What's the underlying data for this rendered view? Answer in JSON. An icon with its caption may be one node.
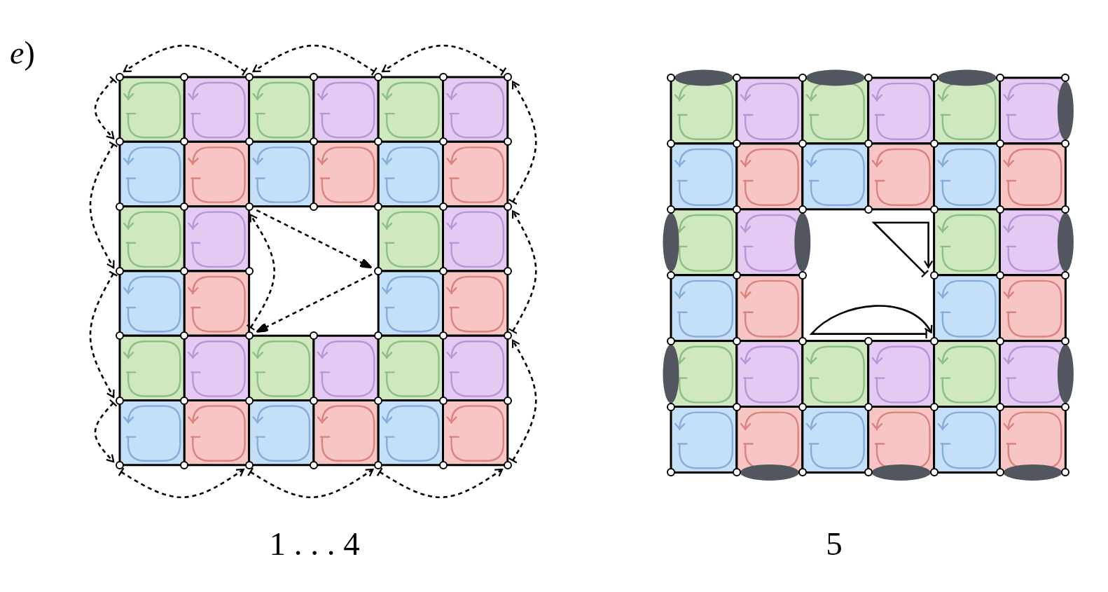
{
  "diagram": {
    "nodes": [
      {
        "text": [],
        "shape": "circle"
      },
      {
        "text": [],
        "shape": "circle"
      },
      {
        "text": [],
        "shape": "circle"
      },
      {
        "text": [],
        "shape": "circle"
      },
      {
        "text": [],
        "shape": "circle"
      },
      {
        "text": [],
        "shape": "circle"
      },
      {
        "text": [],
        "shape": "circle"
      },
      {
        "text": [],
        "shape": "circle"
      },
      {
        "text": [],
        "shape": "circle"
      },
      {
        "text": [],
        "shape": "circle"
      },
      {
        "text": [],
        "shape": "circle"
      },
      {
        "text": [],
        "shape": "circle"
      },
      {
        "text": [],
        "shape": "circle"
      },
      {
        "text": [],
        "shape": "circle"
      },
      {
        "text": [],
        "shape": "circle"
      },
      {
        "text": [],
        "shape": "circle"
      },
      {
        "text": [],
        "shape": "circle"
      },
      {
        "text": [],
        "shape": "circle"
      },
      {
        "text": [],
        "shape": "circle"
      },
      {
        "text": [],
        "shape": "circle"
      },
      {
        "text": [],
        "shape": "circle"
      },
      {
        "text": [],
        "shape": "circle"
      },
      {
        "text": [],
        "shape": "circle"
      },
      {
        "text": [],
        "shape": "circle"
      },
      {
        "text": [],
        "shape": "circle"
      },
      {
        "text": [],
        "shape": "circle"
      },
      {
        "text": [],
        "shape": "circle"
      },
      {
        "text": [],
        "shape": "circle"
      },
      {
        "text": [],
        "shape": "circle"
      },
      {
        "text": [],
        "shape": "circle"
      },
      {
        "text": [],
        "shape": "circle"
      },
      {
        "text": [],
        "shape": "circle"
      },
      {
        "text": [],
        "shape": "circle"
      },
      {
        "text": [],
        "shape": "circle"
      },
      {
        "text": [],
        "shape": "circle"
      },
      {
        "text": [],
        "shape": "circle"
      },
      {
        "text": [],
        "shape": "circle"
      },
      {
        "text": [],
        "shape": "circle"
      },
      {
        "text": [],
        "shape": "circle"
      },
      {
        "text": [],
        "shape": "circle"
      },
      {
        "text": [],
        "shape": "circle"
      },
      {
        "text": [],
        "shape": "circle"
      },
      {
        "text": [],
        "shape": "circle"
      },
      {
        "text": [],
        "shape": "circle"
      },
      {
        "text": [],
        "shape": "circle"
      },
      {
        "text": [],
        "shape": "circle"
      },
      {
        "text": [],
        "shape": "circle"
      },
      {
        "text": [],
        "shape": "circle"
      },
      {
        "text": [],
        "shape": "circle"
      },
      {
        "text": [],
        "shape": "circle"
      },
      {
        "text": [],
        "shape": "circle"
      },
      {
        "text": [],
        "shape": "circle"
      },
      {
        "text": [],
        "shape": "circle"
      },
      {
        "text": [],
        "shape": "circle"
      },
      {
        "text": [],
        "shape": "circle"
      },
      {
        "text": [],
        "shape": "circle"
      },
      {
        "text": [],
        "shape": "circle"
      },
      {
        "text": [],
        "shape": "circle"
      },
      {
        "text": [],
        "shape": "circle"
      },
      {
        "text": [],
        "shape": "circle"
      },
      {
        "text": [],
        "shape": "circle"
      },
      {
        "text": [],
        "shape": "circle"
      },
      {
        "text": [],
        "shape": "circle"
      },
      {
        "text": [],
        "shape": "circle"
      },
      {
        "text": [],
        "shape": "circle"
      },
      {
        "text": [],
        "shape": "circle"
      },
      {
        "text": [],
        "shape": "circle"
      },
      {
        "text": [],
        "shape": "circle"
      },
      {
        "text": [],
        "shape": "circle"
      },
      {
        "text": [],
        "shape": "circle"
      },
      {
        "text": [],
        "shape": "circle"
      },
      {
        "text": [],
        "shape": "circle"
      },
      {
        "text": [],
        "shape": "circle"
      },
      {
        "text": [],
        "shape": "circle"
      },
      {
        "text": [],
        "shape": "circle"
      },
      {
        "text": [],
        "shape": "circle"
      },
      {
        "text": [],
        "shape": "circle"
      },
      {
        "text": [],
        "shape": "circle"
      },
      {
        "text": [],
        "shape": "circle"
      },
      {
        "text": [],
        "shape": "circle"
      },
      {
        "text": [],
        "shape": "circle"
      },
      {
        "text": [],
        "shape": "circle"
      },
      {
        "text": [],
        "shape": "circle"
      },
      {
        "text": [],
        "shape": "circle"
      },
      {
        "text": [],
        "shape": "circle"
      },
      {
        "text": [],
        "shape": "circle"
      },
      {
        "text": [],
        "shape": "circle"
      },
      {
        "text": [],
        "shape": "circle"
      },
      {
        "text": [],
        "shape": "circle"
      },
      {
        "text": [],
        "shape": "circle"
      },
      {
        "text": [],
        "shape": "circle"
      },
      {
        "text": [],
        "shape": "circle"
      },
      {
        "text": [],
        "shape": "circle"
      },
      {
        "text": [],
        "shape": "circle"
      },
      {
        "text": [],
        "shape": "circle"
      },
      {
        "text": [],
        "shape": "circle"
      }
    ],
    "edges": [
      {
        "from": 2,
        "to": 0,
        "arrow": "to",
        "style": "dashed"
      },
      {
        "from": 4,
        "to": 2,
        "arrow": "to",
        "style": "dashed"
      },
      {
        "from": 6,
        "to": 4,
        "arrow": "to",
        "style": "dashed"
      },
      {
        "from": 0,
        "to": 7,
        "arrow": "to",
        "style": "dashed"
      },
      {
        "from": 7,
        "to": 21,
        "arrow": "to",
        "style": "dashed"
      },
      {
        "from": 21,
        "to": 34,
        "arrow": "to",
        "style": "dashed"
      },
      {
        "from": 34,
        "to": 41,
        "arrow": "to",
        "style": "dashed"
      },
      {
        "from": 16,
        "to": 24,
        "arrow": "to",
        "style": "dashed"
      },
      {
        "from": 24,
        "to": 29,
        "arrow": "to",
        "style": "dashed"
      },
      {
        "from": 29,
        "to": 16,
        "arrow": "to",
        "style": "dashed"
      },
      {
        "from": 20,
        "to": 6,
        "arrow": "to",
        "style": "dashed"
      },
      {
        "from": 33,
        "to": 20,
        "arrow": "to",
        "style": "dashed"
      },
      {
        "from": 47,
        "to": 33,
        "arrow": "to",
        "style": "dashed"
      },
      {
        "from": 41,
        "to": 43,
        "arrow": "to",
        "style": "dashed"
      },
      {
        "from": 43,
        "to": 45,
        "arrow": "to",
        "style": "dashed"
      },
      {
        "from": 45,
        "to": 47,
        "arrow": "to",
        "style": "dashed"
      },
      {
        "from": 72,
        "to": 72,
        "arrow": "to"
      },
      {
        "from": 79,
        "to": 79,
        "arrow": "to"
      }
    ],
    "labels": [
      "*e*)",
      "1 . . . 4",
      "5"
    ]
  }
}
